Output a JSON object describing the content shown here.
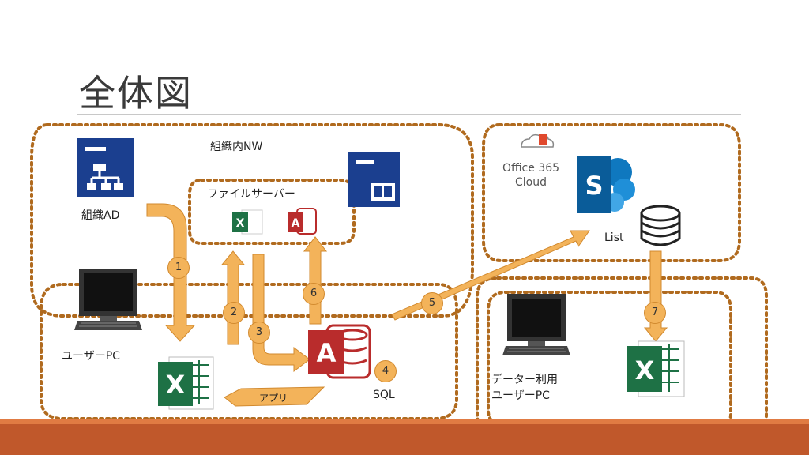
{
  "title": "全体図",
  "labels": {
    "org_network": "組織内NW",
    "file_server": "ファイルサーバー",
    "org_ad": "組織AD",
    "user_pc": "ユーザーPC",
    "office365_line1": "Office 365",
    "office365_line2": "Cloud",
    "list": "List",
    "sql": "SQL",
    "app": "アプリ",
    "data_user_line1": "データー利用",
    "data_user_line2": "ユーザーPC"
  },
  "steps": [
    "1",
    "2",
    "3",
    "4",
    "5",
    "6",
    "7"
  ],
  "icons": {
    "excel_letter": "X",
    "access_letter": "A",
    "sharepoint_letter": "S"
  },
  "colors": {
    "dotted_border": "#b06a1e",
    "arrow_fill": "#f3b35a",
    "arrow_stroke": "#d28a2f",
    "excel_green": "#1e7145",
    "access_red": "#b92c2c",
    "sharepoint_blue": "#0f78bf",
    "server_blue": "#1b3f8f",
    "bottom_bar": "#c0582b"
  }
}
